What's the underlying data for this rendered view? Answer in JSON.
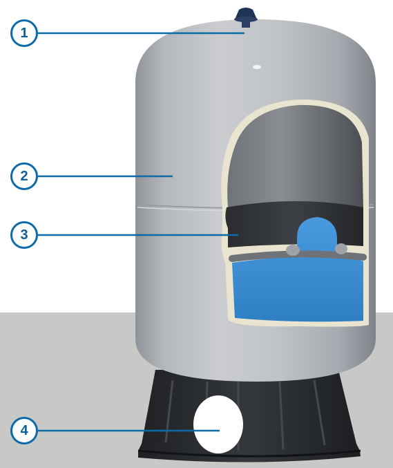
{
  "colors": {
    "floor": "#c8c8c6",
    "tank_body": "#b9bcc0",
    "liner_dark": "#3a3d41",
    "water": "#3d8fd3",
    "callout": "#0d6aa8",
    "stand": "#2b2d30"
  },
  "callouts": [
    {
      "number": "1",
      "target": "air-valve"
    },
    {
      "number": "2",
      "target": "steel-tank-shell"
    },
    {
      "number": "3",
      "target": "diaphragm"
    },
    {
      "number": "4",
      "target": "base-stand"
    }
  ]
}
